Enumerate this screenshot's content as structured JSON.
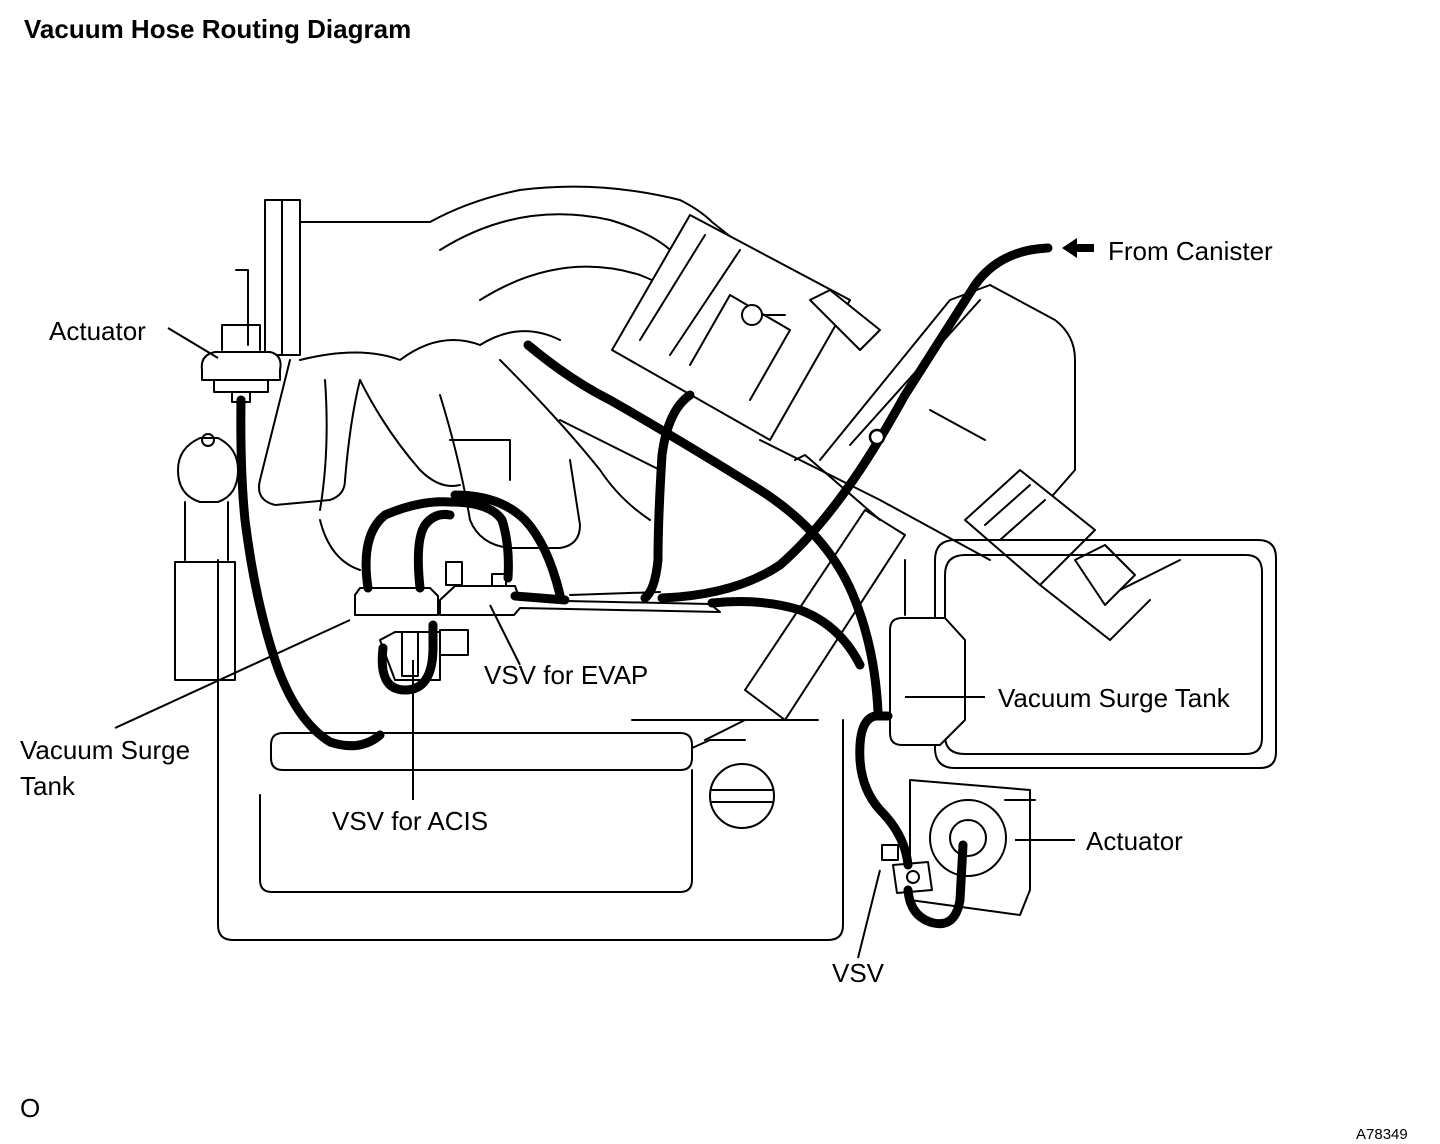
{
  "title": "Vacuum Hose Routing Diagram",
  "labels": {
    "actuator_left": "Actuator",
    "from_canister": "From Canister",
    "vacuum_surge_tank_left_line1": "Vacuum Surge",
    "vacuum_surge_tank_left_line2": "Tank",
    "vsv_for_evap": "VSV for EVAP",
    "vsv_for_acis": "VSV for ACIS",
    "vacuum_surge_tank_right": "Vacuum Surge Tank",
    "actuator_right": "Actuator",
    "vsv": "VSV"
  },
  "footer": {
    "left_mark": "O",
    "figure_id": "A78349"
  }
}
